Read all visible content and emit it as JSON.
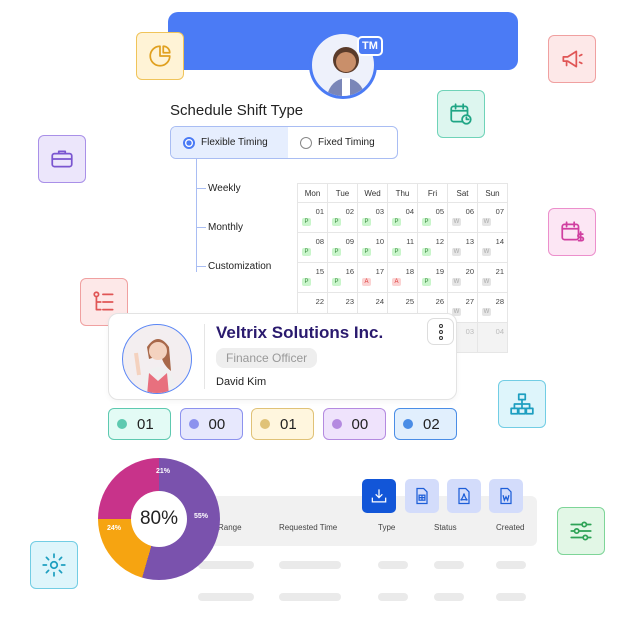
{
  "profile_badge": "TM",
  "schedule": {
    "title": "Schedule Shift Type",
    "options": [
      "Flexible Timing",
      "Fixed Timing"
    ],
    "selected": "Flexible Timing",
    "branches": [
      "Weekly",
      "Monthly",
      "Customization"
    ]
  },
  "calendar": {
    "days": [
      "Mon",
      "Tue",
      "Wed",
      "Thu",
      "Fri",
      "Sat",
      "Sun"
    ],
    "weeks": [
      [
        [
          "01",
          "P"
        ],
        [
          "02",
          "P"
        ],
        [
          "03",
          "P"
        ],
        [
          "04",
          "P"
        ],
        [
          "05",
          "P"
        ],
        [
          "06",
          "W"
        ],
        [
          "07",
          "W"
        ]
      ],
      [
        [
          "08",
          "P"
        ],
        [
          "09",
          "P"
        ],
        [
          "10",
          "P"
        ],
        [
          "11",
          "P"
        ],
        [
          "12",
          "P"
        ],
        [
          "13",
          "W"
        ],
        [
          "14",
          "W"
        ]
      ],
      [
        [
          "15",
          "P"
        ],
        [
          "16",
          "P"
        ],
        [
          "17",
          "A"
        ],
        [
          "18",
          "A"
        ],
        [
          "19",
          "P"
        ],
        [
          "20",
          "W"
        ],
        [
          "21",
          "W"
        ]
      ],
      [
        [
          "22",
          ""
        ],
        [
          "23",
          ""
        ],
        [
          "24",
          ""
        ],
        [
          "25",
          ""
        ],
        [
          "26",
          ""
        ],
        [
          "27",
          "W"
        ],
        [
          "28",
          "W"
        ]
      ],
      [
        [
          "",
          ""
        ],
        [
          "",
          ""
        ],
        [
          "",
          ""
        ],
        [
          "",
          ""
        ],
        [
          "",
          ""
        ],
        [
          "03",
          ""
        ],
        [
          "04",
          ""
        ]
      ]
    ]
  },
  "employee": {
    "company": "Veltrix Solutions Inc.",
    "role": "Finance Officer",
    "name": "David Kim"
  },
  "stats": [
    {
      "value": "01",
      "color": "#5ec9b0"
    },
    {
      "value": "00",
      "color": "#8c92ee"
    },
    {
      "value": "01",
      "color": "#e0c277"
    },
    {
      "value": "00",
      "color": "#b48ae0"
    },
    {
      "value": "02",
      "color": "#4a8de6"
    }
  ],
  "donut": {
    "center": "80%",
    "slices": [
      {
        "label": "21%",
        "color": "#c8338a"
      },
      {
        "label": "55%",
        "color": "#7a52ad"
      },
      {
        "label": "24%",
        "color": "#f6a411"
      }
    ]
  },
  "table": {
    "headers": [
      "Range",
      "Requested Time",
      "Type",
      "Status",
      "Created"
    ]
  },
  "export_icons": [
    "download-icon",
    "excel-icon",
    "pdf-icon",
    "word-icon"
  ]
}
